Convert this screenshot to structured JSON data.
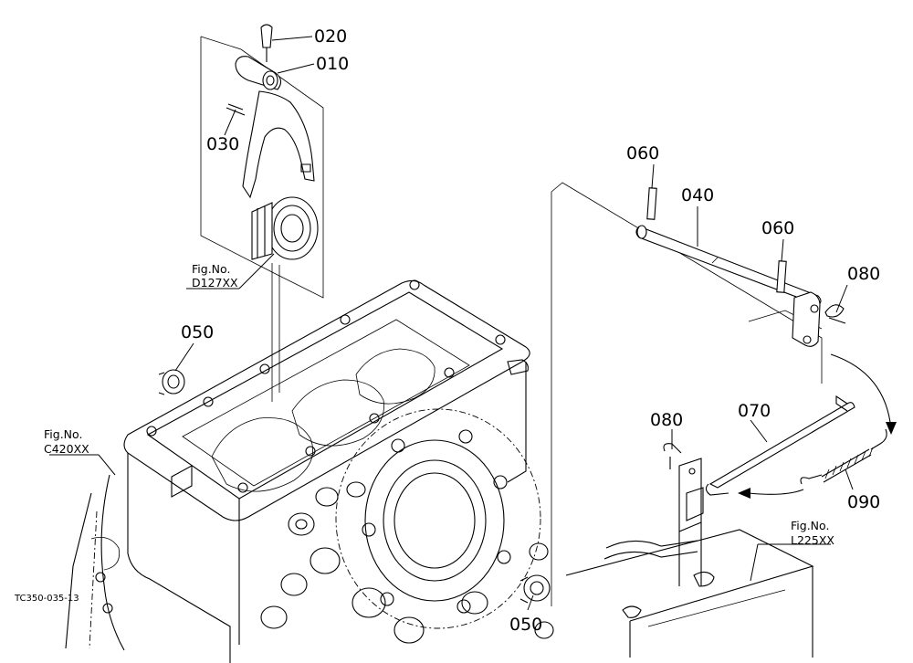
{
  "callouts": {
    "p020": "020",
    "p010": "010",
    "p030": "030",
    "p060a": "060",
    "p040": "040",
    "p060b": "060",
    "p080a": "080",
    "p050a": "050",
    "p070": "070",
    "p080b": "080",
    "p090": "090",
    "p050b": "050"
  },
  "figure_refs": {
    "d127": {
      "label": "Fig.No.",
      "code": "D127XX"
    },
    "c420": {
      "label": "Fig.No.",
      "code": "C420XX"
    },
    "l225": {
      "label": "Fig.No.",
      "code": "L225XX"
    }
  },
  "drawing_code": "TC350-035-13"
}
